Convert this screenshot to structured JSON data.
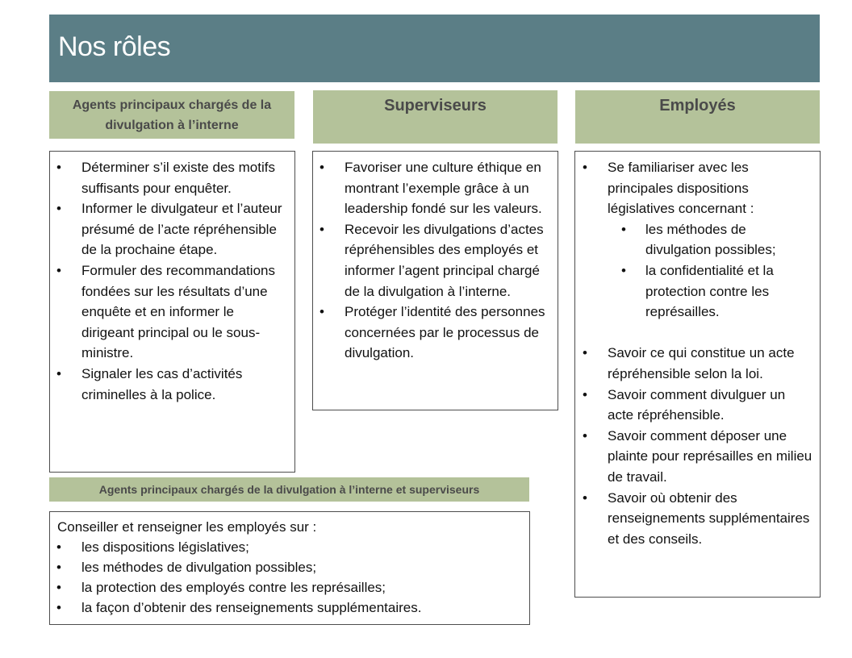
{
  "title": "Nos rôles",
  "columns": [
    {
      "header": "Agents principaux  chargés de la divulgation  à l’interne",
      "items": [
        "Déterminer s’il existe des motifs suffisants pour enquêter.",
        "Informer le divulgateur et l’auteur présumé de l’acte répréhensible de la prochaine étape.",
        "Formuler des recommandations fondées sur les résultats d’une enquête et en informer le dirigeant principal ou le sous-ministre.",
        "Signaler les cas d’activités criminelles à la police."
      ]
    },
    {
      "header": "Superviseurs",
      "items": [
        "Favoriser une culture éthique en montrant l’exemple grâce à un leadership fondé sur les valeurs.",
        "Recevoir les divulgations d’actes répréhensibles des employés et informer l’agent principal chargé de la divulgation à l’interne.",
        "Protéger l’identité des personnes concernées par le processus de divulgation."
      ]
    },
    {
      "header": "Employés",
      "intro_item": "Se familiariser avec les principales dispositions législatives concernant :",
      "sub_items": [
        "les méthodes de divulgation possibles;",
        "la confidentialité et la protection contre les représailles."
      ],
      "items": [
        "Savoir ce qui constitue un acte répréhensible selon la loi.",
        "Savoir comment divulguer un acte répréhensible.",
        "Savoir comment déposer une plainte pour représailles en milieu de travail.",
        "Savoir où obtenir des renseignements supplémentaires et des conseils."
      ]
    }
  ],
  "joint": {
    "header": "Agents principaux chargés de la divulgation à l’interne et superviseurs",
    "intro": "Conseiller et renseigner les employés sur :",
    "items": [
      "les dispositions législatives;",
      "les méthodes de divulgation possibles;",
      "la protection des employés contre les représailles;",
      "la façon d’obtenir des renseignements supplémentaires."
    ]
  }
}
